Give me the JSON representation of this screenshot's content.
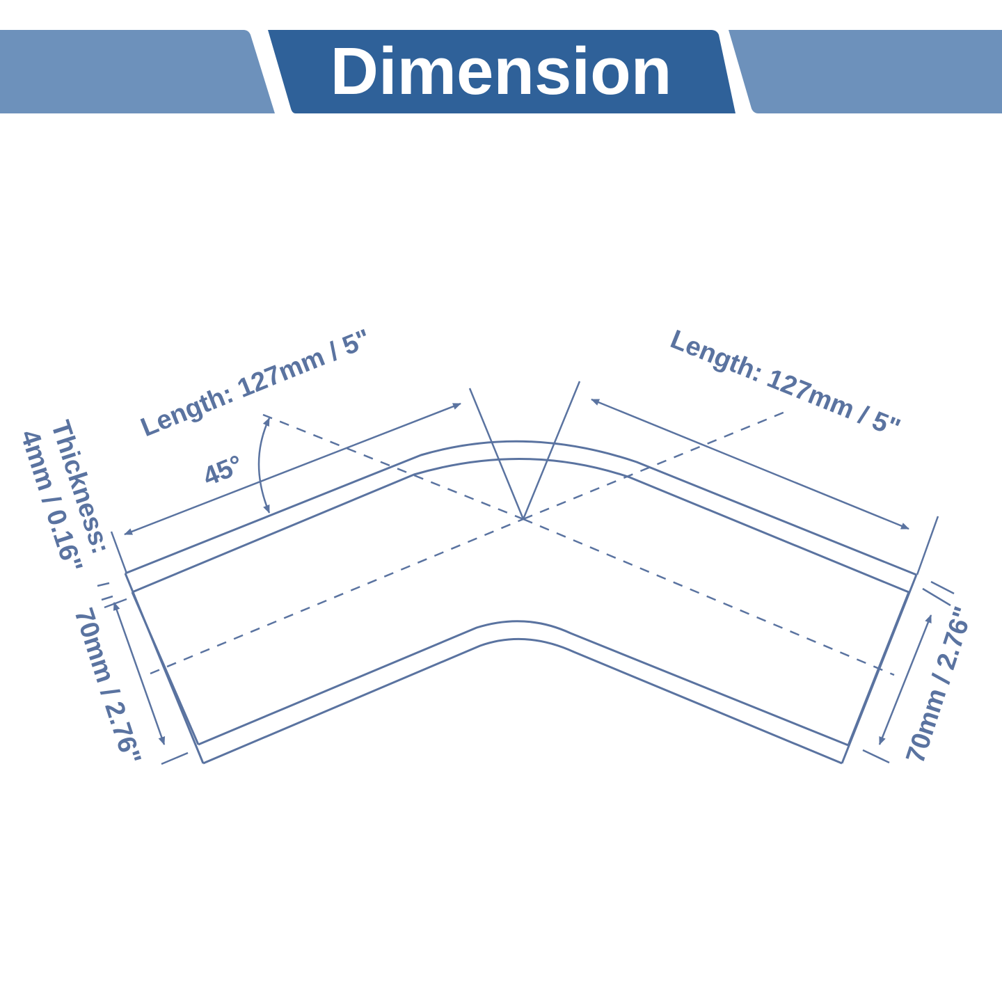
{
  "header": {
    "title": "Dimension"
  },
  "colors": {
    "banner_main": "#2f6199",
    "banner_side": "#6d91bb",
    "line": "#5a73a0",
    "text": "#5a73a0",
    "background": "#ffffff"
  },
  "labels": {
    "length_left": "Length: 127mm / 5\"",
    "length_right": "Length: 127mm / 5\"",
    "angle": "45°",
    "thickness_label": "Thickness:",
    "thickness_value": "4mm / 0.16\"",
    "diameter_left": "70mm / 2.76\"",
    "diameter_right": "70mm / 2.76\""
  }
}
